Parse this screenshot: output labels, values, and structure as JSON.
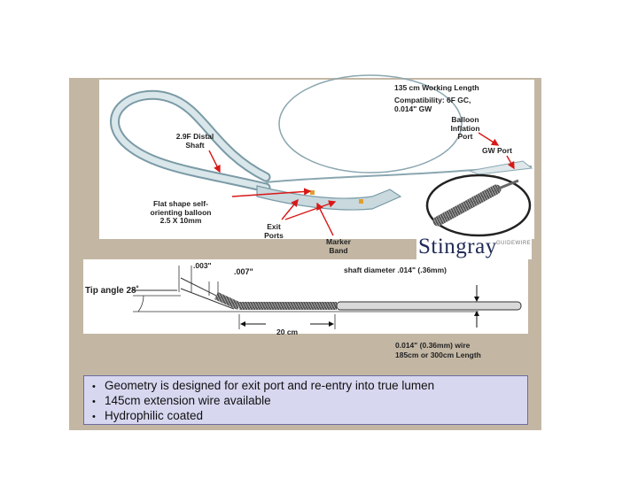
{
  "device": {
    "working_length": "135 cm Working Length",
    "compatibility_line1": "Compatibility: 6F GC,",
    "compatibility_line2": "0.014\" GW",
    "balloon_port_line1": "Balloon",
    "balloon_port_line2": "Inflation",
    "balloon_port_line3": "Port",
    "gw_port": "GW Port",
    "distal_shaft_line1": "2.9F Distal",
    "distal_shaft_line2": "Shaft",
    "balloon_line1": "Flat shape self-",
    "balloon_line2": "orienting balloon",
    "balloon_line3": "2.5 X 10mm",
    "exit_ports_line1": "Exit",
    "exit_ports_line2": "Ports",
    "marker_band_line1": "Marker",
    "marker_band_line2": "Band"
  },
  "logo": {
    "brand": "Stingray",
    "sub": "GUIDEWIRE"
  },
  "wire": {
    "dim_003": ".003\"",
    "dim_007": ".007\"",
    "shaft_diameter": "shaft diameter .014\" (.36mm)",
    "tip_angle": "Tip angle 28˚",
    "length_20cm": "20 cm",
    "wire_spec_line1": "0.014\" (0.36mm) wire",
    "wire_spec_line2": "185cm or 300cm Length"
  },
  "bullets": [
    "Geometry is designed for exit port and re-entry into true lumen",
    "145cm extension wire available",
    "Hydrophilic coated"
  ],
  "colors": {
    "frame": "#c3b7a4",
    "bullet_box": "#d7d7f0",
    "arrow": "#d81818",
    "brand": "#1f2a55"
  }
}
